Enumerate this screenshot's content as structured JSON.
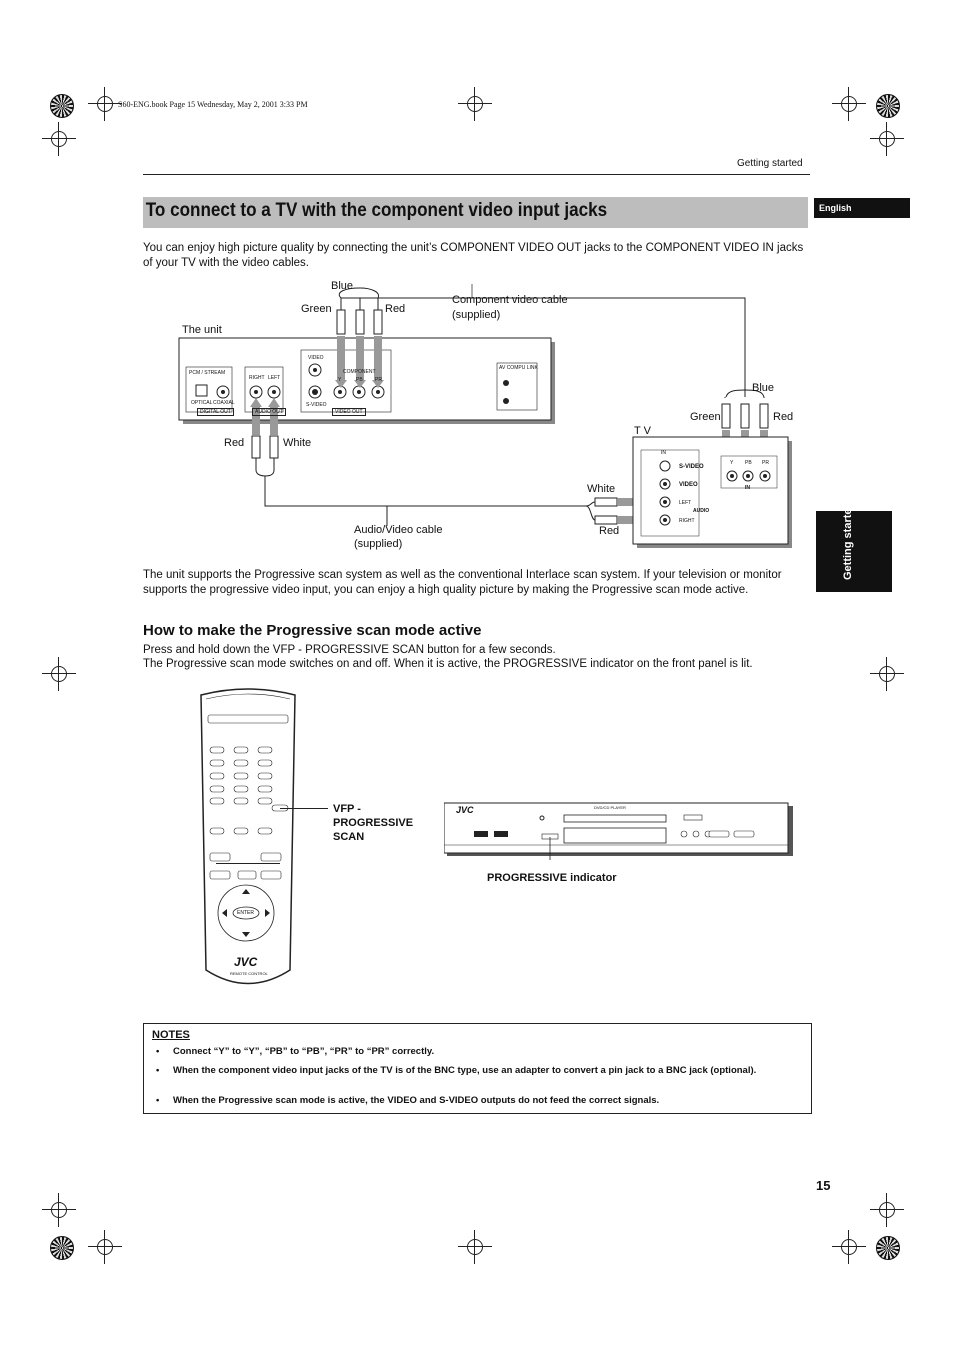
{
  "header": {
    "book_info": "S60-ENG.book  Page 15  Wednesday, May 2, 2001  3:33 PM",
    "section": "Getting started"
  },
  "tabs": {
    "language": "English",
    "chapter": "Getting started"
  },
  "title": "To connect to a TV with the component video input jacks",
  "intro": "You can enjoy high picture quality by connecting the unit’s COMPONENT VIDEO OUT jacks to the COMPONENT VIDEO IN jacks of your TV with the video cables.",
  "diagram1": {
    "the_unit": "The unit",
    "blue": "Blue",
    "green": "Green",
    "red": "Red",
    "component_cable": "Component video cable",
    "supplied": "(supplied)",
    "white": "White",
    "tv": "T V",
    "av_cable": "Audio/Video cable",
    "unit_panel": {
      "pcm_stream": "PCM / STREAM",
      "optical": "OPTICAL",
      "coaxial": "COAXIAL",
      "digital_out": "DIGITAL OUT",
      "right": "RIGHT",
      "left": "LEFT",
      "audio_out": "AUDIO OUT",
      "video": "VIDEO",
      "s_video": "S-VIDEO",
      "video_out": "VIDEO OUT",
      "component": "COMPONENT",
      "y": "Y",
      "pb": "PB",
      "pr": "PR",
      "av_compu_link": "AV COMPU LINK"
    },
    "tv_panel": {
      "in": "IN",
      "s_video": "S-VIDEO",
      "video": "VIDEO",
      "left": "LEFT",
      "audio": "AUDIO",
      "right": "RIGHT",
      "y": "Y",
      "pb": "PB",
      "pr": "PR",
      "in2": "IN"
    }
  },
  "para2": "The unit supports the Progressive scan system as well as the conventional Interlace scan system. If your television or monitor supports the progressive video input, you can enjoy a high quality picture by making the Progressive scan mode active.",
  "subheading": "How to make the Progressive scan mode active",
  "para3a": "Press and hold down the VFP - PROGRESSIVE SCAN button for a few seconds.",
  "para3b": "The Progressive scan mode switches on and off. When it is active, the PROGRESSIVE indicator on the front panel is lit.",
  "diagram2": {
    "vfp_1": "VFP -",
    "vfp_2": "PROGRESSIVE",
    "vfp_3": "SCAN",
    "prog_indicator": "PROGRESSIVE indicator",
    "remote_brand": "JVC",
    "remote_label": "REMOTE CONTROL",
    "enter": "ENTER",
    "player_brand": "JVC",
    "player_label": "DVD/CD PLAYER"
  },
  "notes": {
    "heading": "NOTES",
    "items": [
      "Connect “Y” to “Y”, “PB” to “PB”, “PR” to “PR” correctly.",
      "When the component video input jacks of the TV is of the BNC type, use an adapter to convert a pin jack to a BNC jack (optional).",
      "When the Progressive scan mode is active, the VIDEO and S-VIDEO outputs do not feed the correct signals."
    ]
  },
  "page_number": "15"
}
